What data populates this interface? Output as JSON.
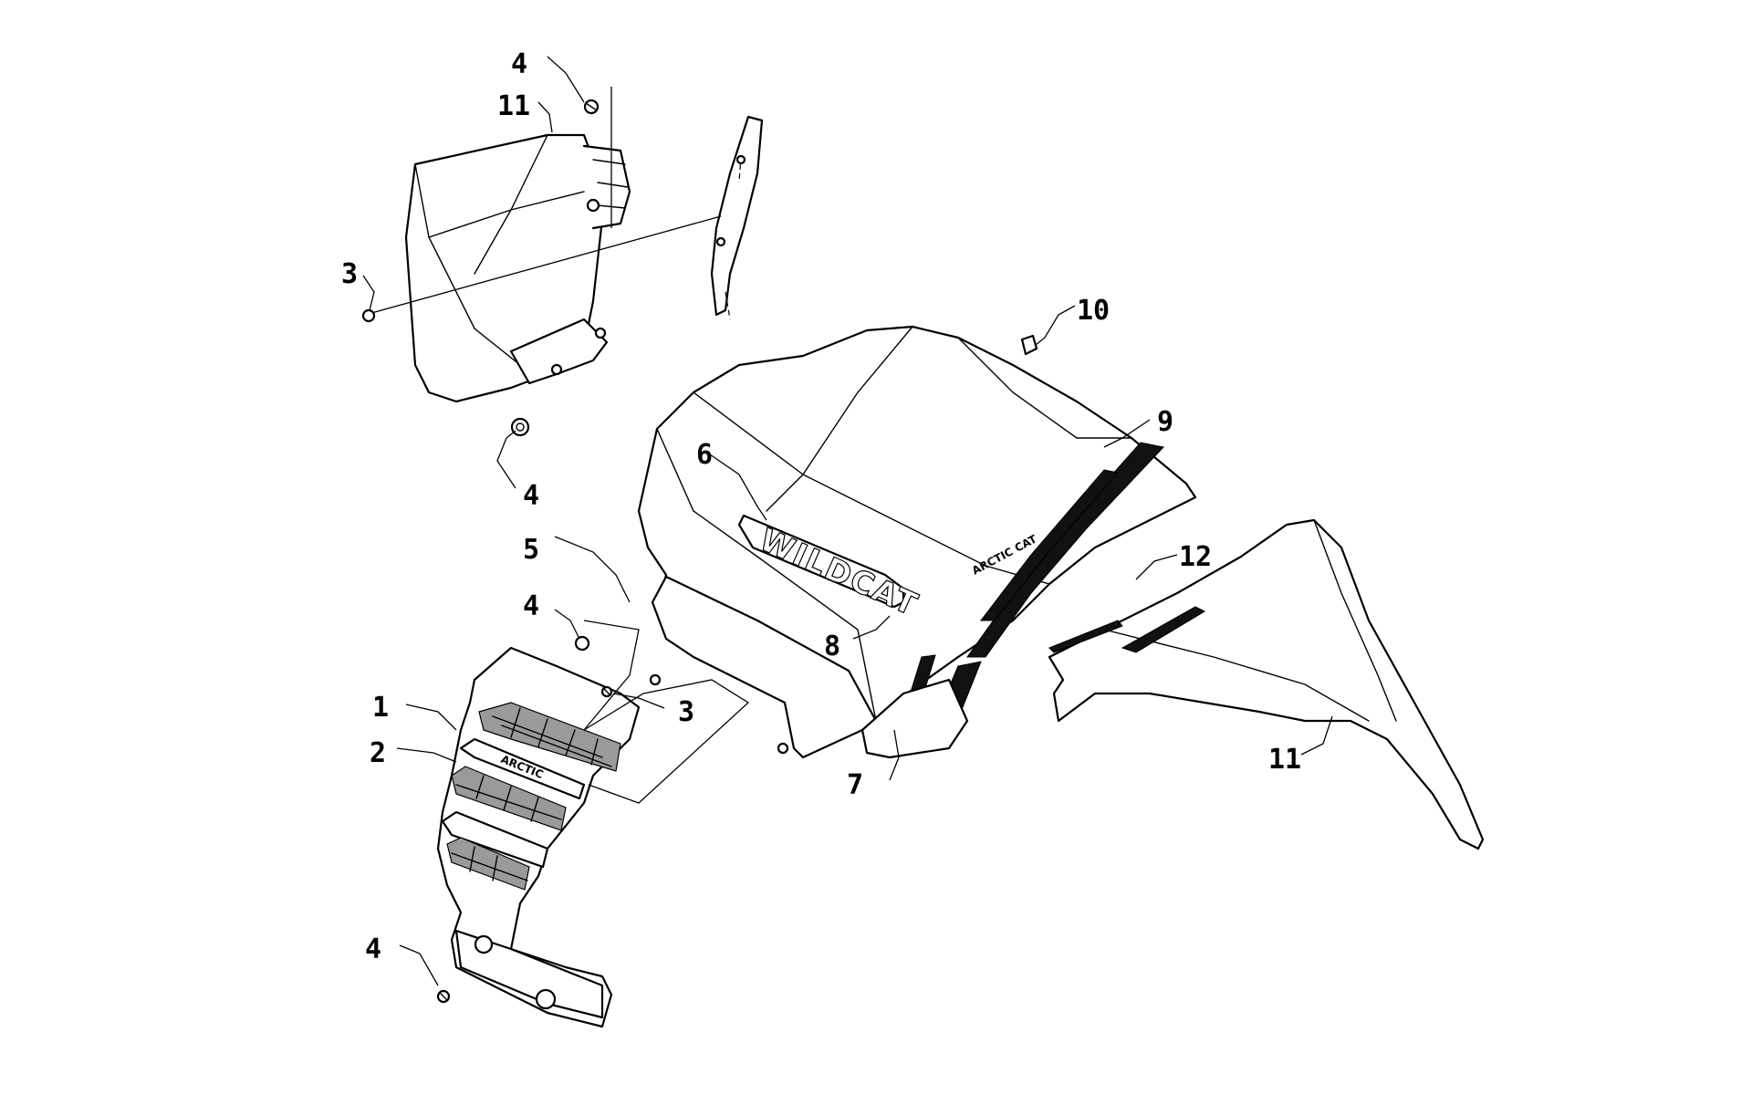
{
  "diagram": {
    "callouts": {
      "c1": "1",
      "c2": "2",
      "c3_upper": "3",
      "c3_lower": "3",
      "c4_top": "4",
      "c4_upper_mid": "4",
      "c4_mid": "4",
      "c4_bottom": "4",
      "c5": "5",
      "c6": "6",
      "c7": "7",
      "c8": "8",
      "c9": "9",
      "c10": "10",
      "c11_upper": "11",
      "c11_lower": "11",
      "c12": "12"
    },
    "hood_emblem": "WILDCAT",
    "side_decal_text": "ARCTIC CAT",
    "grille_badge_text": "ARCTIC"
  }
}
